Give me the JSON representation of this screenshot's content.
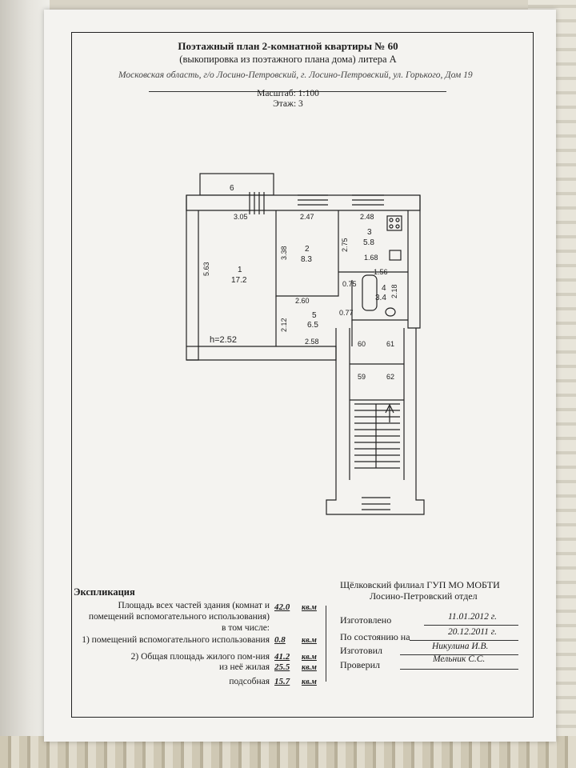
{
  "header": {
    "title": "Поэтажный план 2-комнатной квартиры № 60",
    "subtitle": "(выкопировка из поэтажного плана дома) литера А",
    "address": "Московская область, г/о Лосино-Петровский, г. Лосино-Петровский, ул. Горького, Дом 19",
    "scale": "Масштаб: 1:100",
    "floor": "Этаж: 3"
  },
  "plan": {
    "balcony_label": "6",
    "ceiling_height": "h=2.52",
    "dims": [
      "3.05",
      "2.47",
      "2.48",
      "5.63",
      "3.38",
      "2.75",
      "1.68",
      "1.56",
      "0.75",
      "2.18",
      "2.60",
      "0.77",
      "2.12",
      "2.58"
    ],
    "rooms": [
      {
        "num": "1",
        "area": "17.2"
      },
      {
        "num": "2",
        "area": "8.3"
      },
      {
        "num": "3",
        "area": "5.8"
      },
      {
        "num": "4",
        "area": "3.4"
      },
      {
        "num": "5",
        "area": "6.5"
      }
    ],
    "stair_units": [
      "60",
      "61",
      "59",
      "62"
    ]
  },
  "explication": {
    "title": "Экспликация",
    "unit": "кв.м",
    "rows": [
      {
        "label": "Площадь всех частей здания (комнат и",
        "value": ""
      },
      {
        "label": "помещений вспомогательного использования)",
        "value": "42.0"
      },
      {
        "label": "в том числе:",
        "value": ""
      },
      {
        "label": "1) помещений вспомогательного использования",
        "value": "0.8"
      },
      {
        "label": "2) Общая площадь жилого пом-ния",
        "value": "41.2"
      },
      {
        "label": "из неё жилая",
        "value": "25.5"
      },
      {
        "label": "подсобная",
        "value": "15.7"
      }
    ]
  },
  "info": {
    "org": "Щёлковский филиал ГУП МО МОБТИ",
    "dept": "Лосино-Петровский отдел",
    "made_label": "Изготовлено",
    "made_value": "11.01.2012 г.",
    "state_label": "По состоянию на",
    "state_value": "20.12.2011 г.",
    "maker_label": "Изготовил",
    "maker_value": "Никулина И.В.",
    "checker_label": "Проверил",
    "checker_value": "Мельник С.С."
  }
}
